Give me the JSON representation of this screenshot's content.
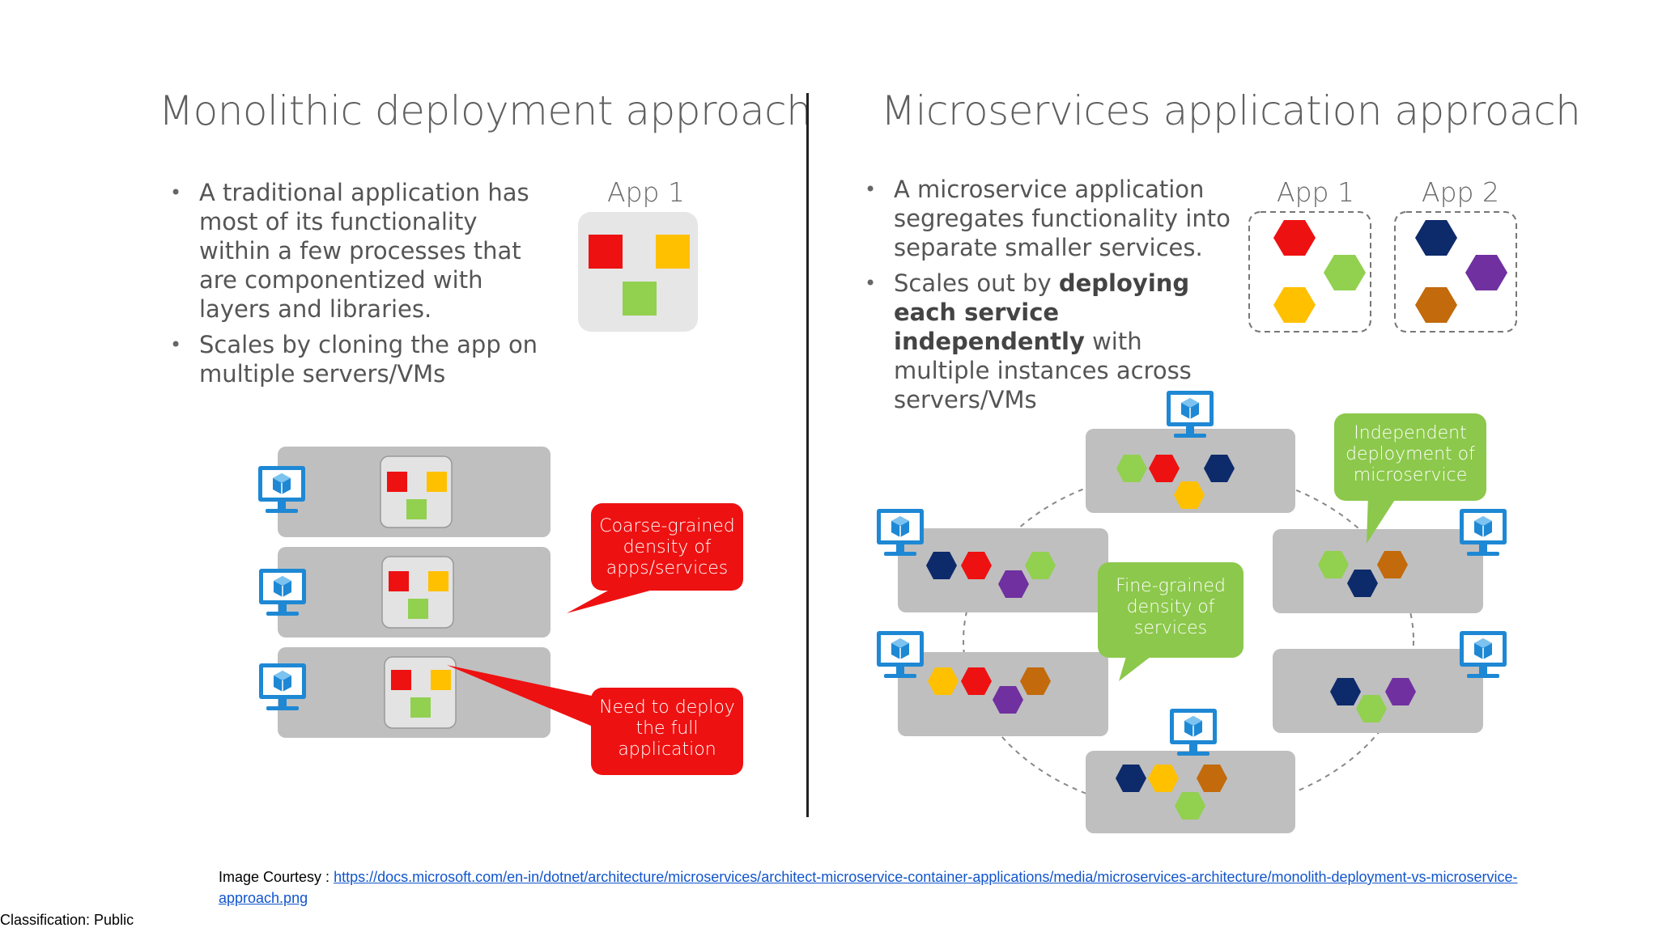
{
  "left": {
    "title": "Monolithic deployment approach",
    "bullets": [
      "A traditional application has most of its functionality within a few processes that are componentized with layers and libraries.",
      "Scales by cloning the app on multiple servers/VMs"
    ],
    "app_label": "App 1",
    "callouts": {
      "coarse": "Coarse-grained density of apps/services",
      "deploy": "Need to deploy the full application"
    }
  },
  "right": {
    "title": "Microservices application approach",
    "bullet1": "A microservice application segregates functionality into separate smaller services.",
    "bullet2_pre": "Scales out by ",
    "bullet2_bold": "deploying each service independently",
    "bullet2_post": " with multiple instances across servers/VMs",
    "app1_label": "App 1",
    "app2_label": "App 2",
    "callouts": {
      "independent": "Independent deployment of microservice",
      "fine": "Fine-grained density of services"
    }
  },
  "footer": {
    "courtesy_label": "Image Courtesy : ",
    "courtesy_url": "https://docs.microsoft.com/en-in/dotnet/architecture/microservices/architect-microservice-container-applications/media/microservices-architecture/monolith-deployment-vs-microservice-approach.png",
    "classification": "Classification: Public"
  },
  "colors": {
    "red": "#ee1111",
    "yellow": "#ffc000",
    "green": "#92d050",
    "navy": "#0d2a6b",
    "purple": "#7030a0",
    "orange": "#c26a0c",
    "server_gray": "#bfbfbf",
    "app_box": "#e6e6e6",
    "callout_red": "#ee1111",
    "callout_green": "#8cc84b",
    "monitor_blue": "#1e88d4"
  }
}
